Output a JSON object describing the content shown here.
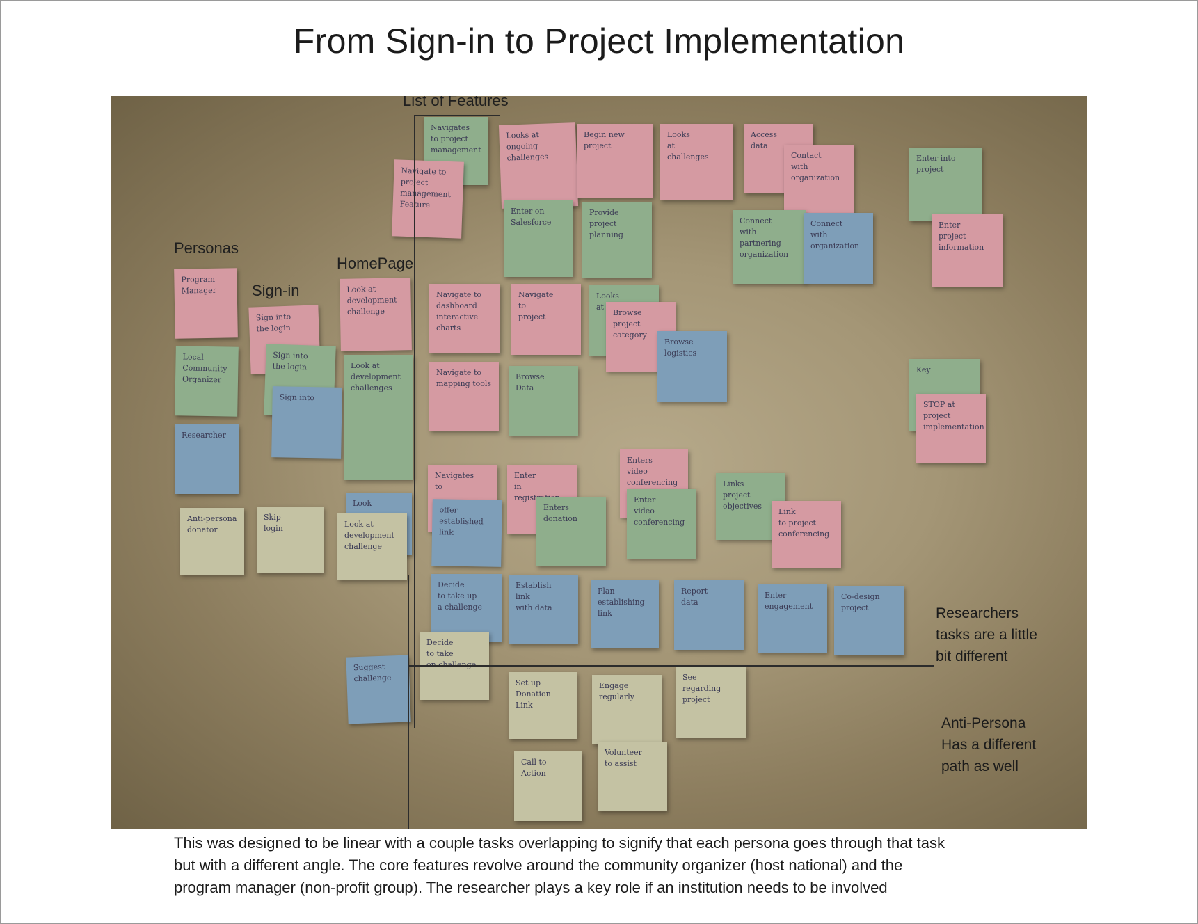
{
  "title": "From Sign-in to Project Implementation",
  "labels": {
    "list_of_features": "List of Features",
    "personas": "Personas",
    "sign_in": "Sign-in",
    "homepage": "HomePage",
    "researchers_note": [
      "Researchers",
      "tasks are a little",
      "bit different"
    ],
    "anti_persona_note": [
      "Anti-Persona",
      "Has a different",
      "path as well"
    ]
  },
  "footer": [
    "This was designed to be linear with a couple tasks overlapping to signify that each persona goes through that task",
    "but with a different angle.  The core features revolve around the community organizer (host national) and the",
    "program manager (non-profit group). The researcher plays a key role if an institution needs to be involved"
  ],
  "colors": {
    "pink": "#d59aa2",
    "green": "#8fae8c",
    "blue": "#7e9eb8",
    "yellow": "#c4c2a3",
    "wall": "#a49676"
  }
}
